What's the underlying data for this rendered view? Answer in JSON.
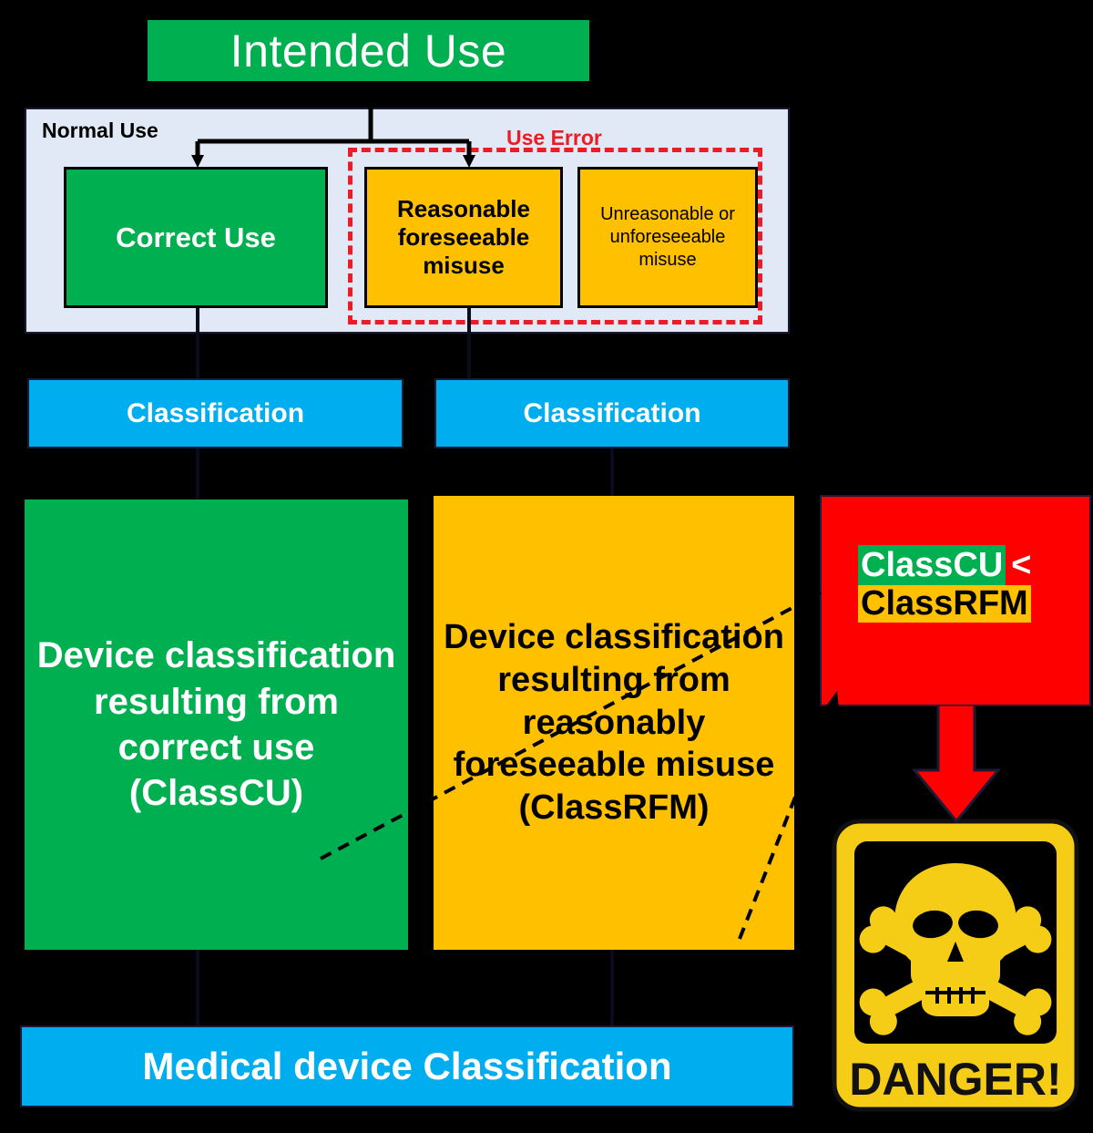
{
  "theme": {
    "green": "#00AF50",
    "amber": "#FFC000",
    "blue": "#00ADEF",
    "red": "#FF0000",
    "panel": "#E0E9F5",
    "dash_red": "#ED1C24",
    "background": "#000000",
    "line": "#000000"
  },
  "title": {
    "intended_use": "Intended Use"
  },
  "normal_use_panel": {
    "normal_use_label": "Normal Use",
    "use_error_label": "Use Error",
    "boxes": {
      "correct_use": "Correct Use",
      "reasonable_foreseeable_misuse": "Reasonable foreseeable misuse",
      "unreasonable_misuse": "Unreasonable or unforeseeable misuse"
    }
  },
  "classification_bars": {
    "left": "Classification",
    "right": "Classification"
  },
  "outcome_boxes": {
    "class_cu": "Device classification resulting from correct use (ClassCU)",
    "class_rfm": "Device classification resulting from reasonably foreseeable misuse (ClassRFM)"
  },
  "comparison": {
    "class_cu_label": "ClassCU",
    "operator": "<",
    "class_rfm_label": "ClassRFM"
  },
  "danger_sign": {
    "caption": "DANGER!",
    "icon": "skull-and-crossbones-icon"
  },
  "footer": {
    "medical_device_classification": "Medical device Classification"
  },
  "icons": {
    "down_arrow": "down-arrow-icon",
    "dashed_pointer": "dashed-arrow-icon"
  }
}
